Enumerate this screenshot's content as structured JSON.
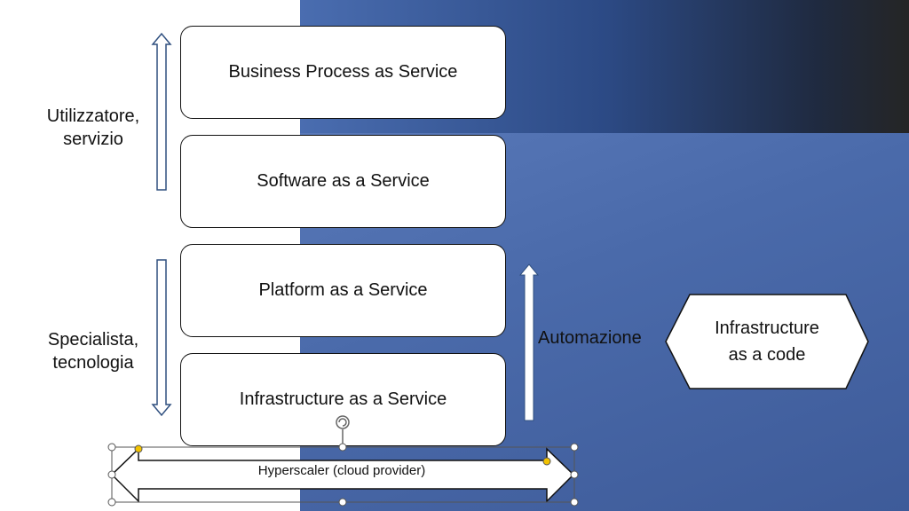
{
  "layers": [
    {
      "label": "Business Process as Service"
    },
    {
      "label": "Software as a Service"
    },
    {
      "label": "Platform as a Service"
    },
    {
      "label": "Infrastructure as a Service"
    }
  ],
  "side_labels": {
    "user": "Utilizzatore,\nservizio",
    "specialist": "Specialista,\ntecnologia"
  },
  "automation_label": "Automazione",
  "iac_label": "Infrastructure\nas a code",
  "hyperscaler_label": "Hyperscaler (cloud provider)"
}
